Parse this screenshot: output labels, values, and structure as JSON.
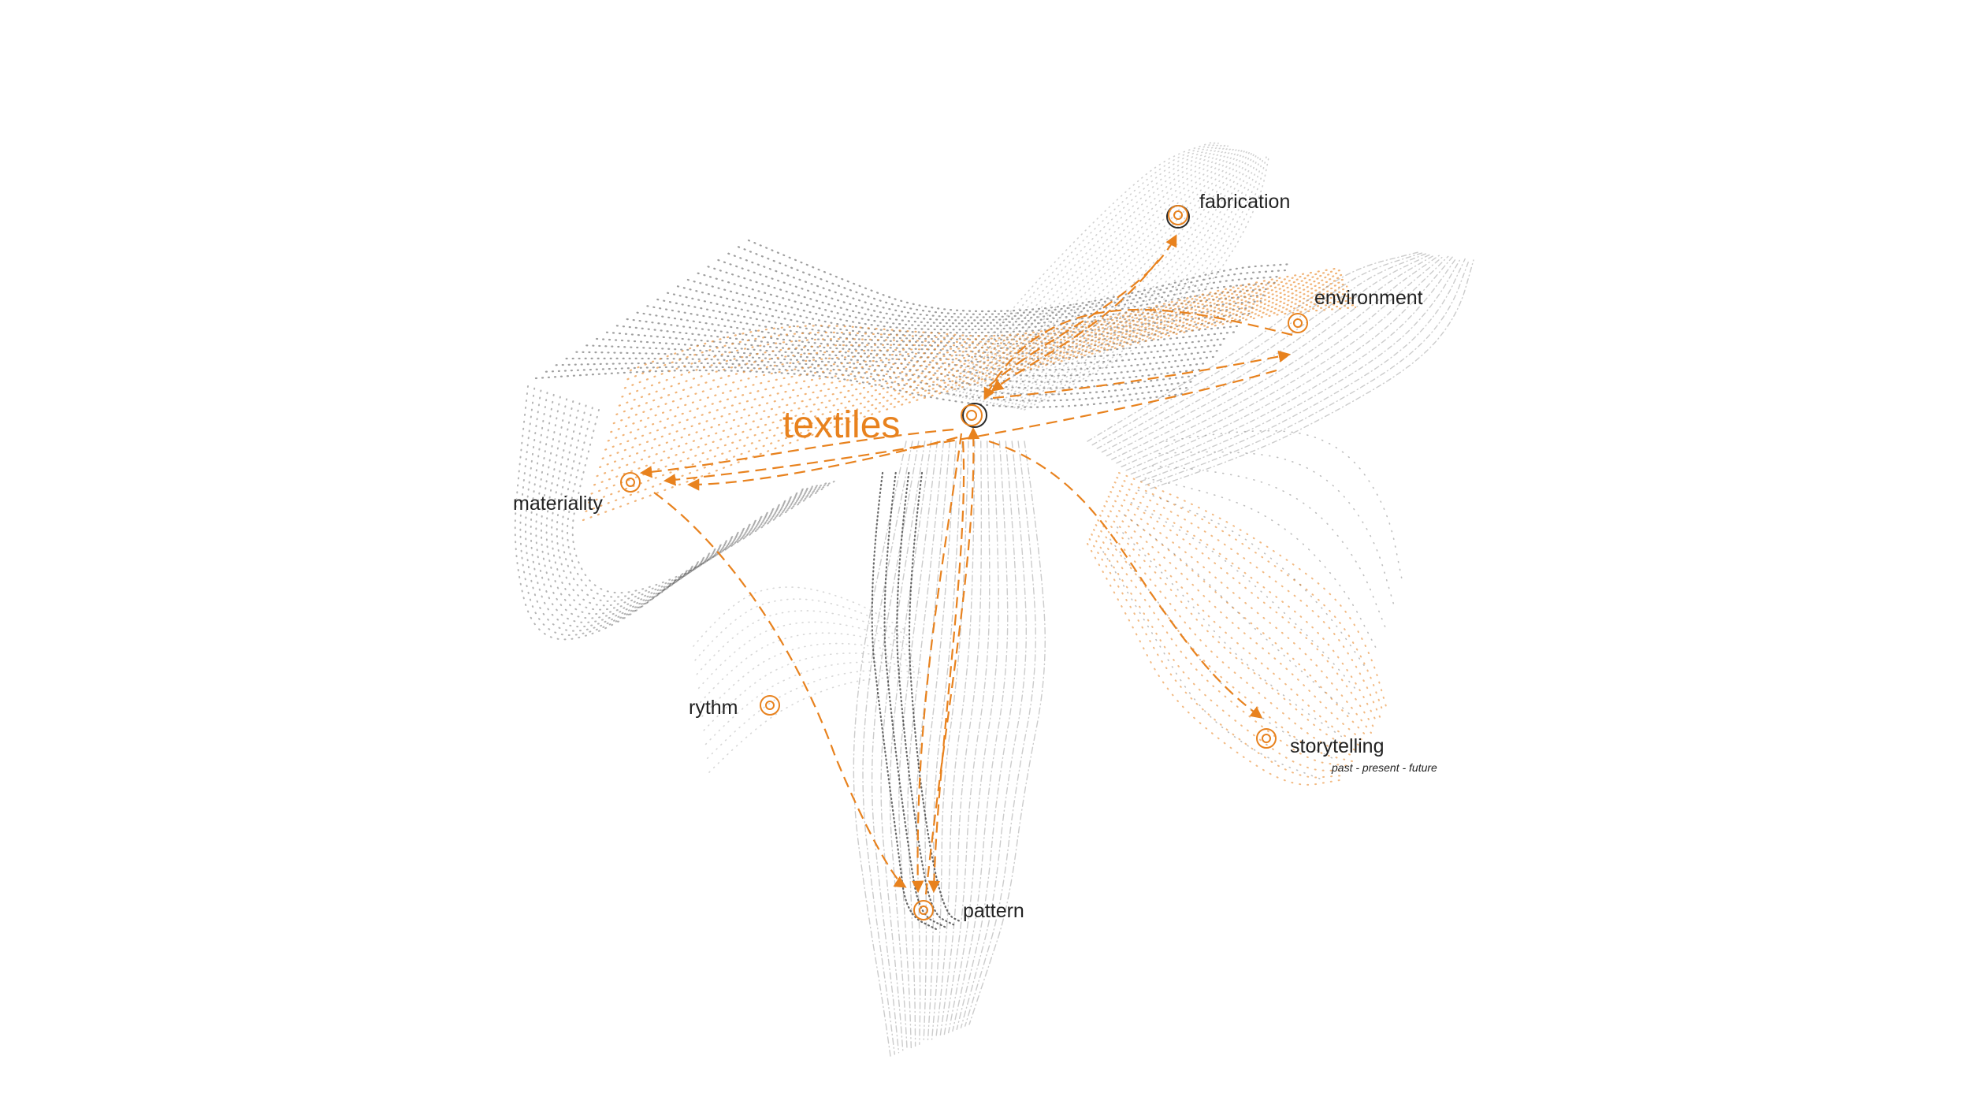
{
  "diagram": {
    "central_label": "textiles",
    "nodes": {
      "fabrication": {
        "label": "fabrication"
      },
      "environment": {
        "label": "environment"
      },
      "materiality": {
        "label": "materiality"
      },
      "rythm": {
        "label": "rythm"
      },
      "pattern": {
        "label": "pattern"
      },
      "storytelling": {
        "label": "storytelling",
        "sublabel": "past - present - future"
      }
    },
    "colors": {
      "accent": "#e8821e",
      "contour_gray": "#9a9a9a",
      "contour_dark": "#2a2a2a",
      "text": "#222222",
      "background": "#ffffff"
    }
  }
}
